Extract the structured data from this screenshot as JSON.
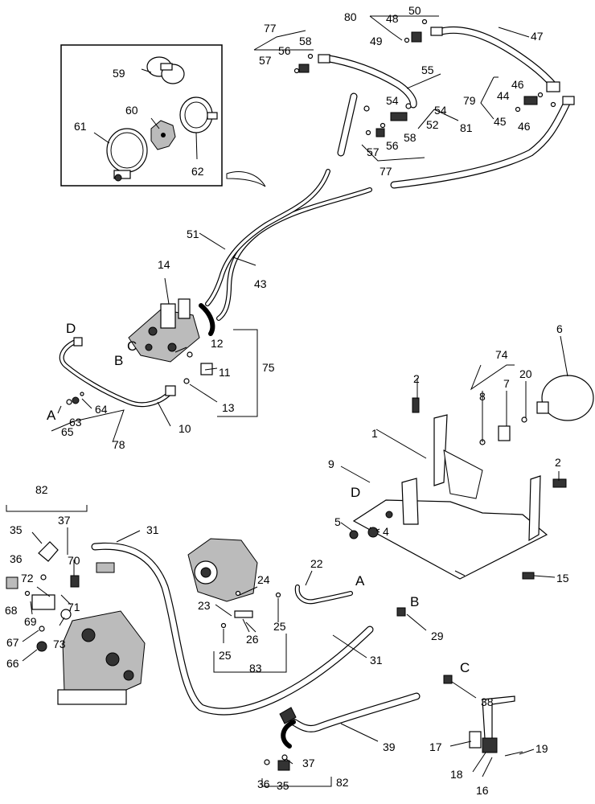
{
  "callouts": {
    "c1": "1",
    "c2a": "2",
    "c2b": "2",
    "c4": "4",
    "c5": "5",
    "c6": "6",
    "c7": "7",
    "c8": "8",
    "c9": "9",
    "c10": "10",
    "c11": "11",
    "c12": "12",
    "c13": "13",
    "c14": "14",
    "c15": "15",
    "c16": "16",
    "c17": "17",
    "c18": "18",
    "c19": "19",
    "c20": "20",
    "c22": "22",
    "c23": "23",
    "c24": "24",
    "c25a": "25",
    "c25b": "25",
    "c26": "26",
    "c29": "29",
    "c31a": "31",
    "c31b": "31",
    "c35a": "35",
    "c35b": "35",
    "c36a": "36",
    "c36b": "36",
    "c37a": "37",
    "c37b": "37",
    "c38": "38",
    "c39": "39",
    "c43": "43",
    "c44": "44",
    "c45": "45",
    "c46a": "46",
    "c46b": "46",
    "c47": "47",
    "c48": "48",
    "c49": "49",
    "c50": "50",
    "c51": "51",
    "c52": "52",
    "c54a": "54",
    "c54b": "54",
    "c55": "55",
    "c56a": "56",
    "c56b": "56",
    "c57a": "57",
    "c57b": "57",
    "c58a": "58",
    "c58b": "58",
    "c59": "59",
    "c60": "60",
    "c61": "61",
    "c62": "62",
    "c63": "63",
    "c64": "64",
    "c65": "65",
    "c66": "66",
    "c67": "67",
    "c68": "68",
    "c69": "69",
    "c70": "70",
    "c71": "71",
    "c72": "72",
    "c73": "73",
    "c74": "74",
    "c75": "75",
    "c77a": "77",
    "c77b": "77",
    "c78": "78",
    "c79": "79",
    "c80": "80",
    "c81": "81",
    "c82a": "82",
    "c82b": "82",
    "c83": "83"
  },
  "connection_letters": {
    "a1": "A",
    "a2": "A",
    "b1": "B",
    "b2": "B",
    "c1": "C",
    "c2": "C",
    "d1": "D",
    "d2": "D"
  }
}
